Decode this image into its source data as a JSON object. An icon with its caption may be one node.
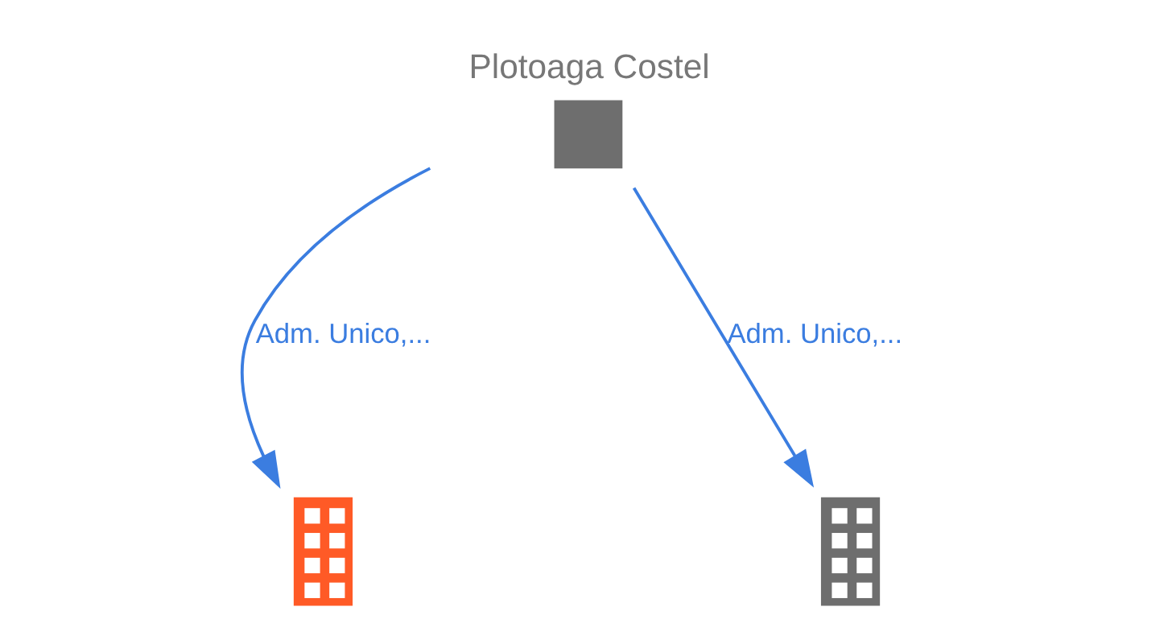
{
  "diagram": {
    "nodes": [
      {
        "text": [
          "Plotoaga Costel"
        ]
      },
      {
        "text": [],
        "shape": "building"
      },
      {
        "text": [],
        "shape": "building"
      }
    ],
    "edges": [
      {
        "from": 0,
        "to": 1,
        "arrow": "to",
        "label": "Adm. Unico,..."
      },
      {
        "from": 0,
        "to": 2,
        "arrow": "to",
        "label": "Adm. Unico,..."
      }
    ]
  }
}
